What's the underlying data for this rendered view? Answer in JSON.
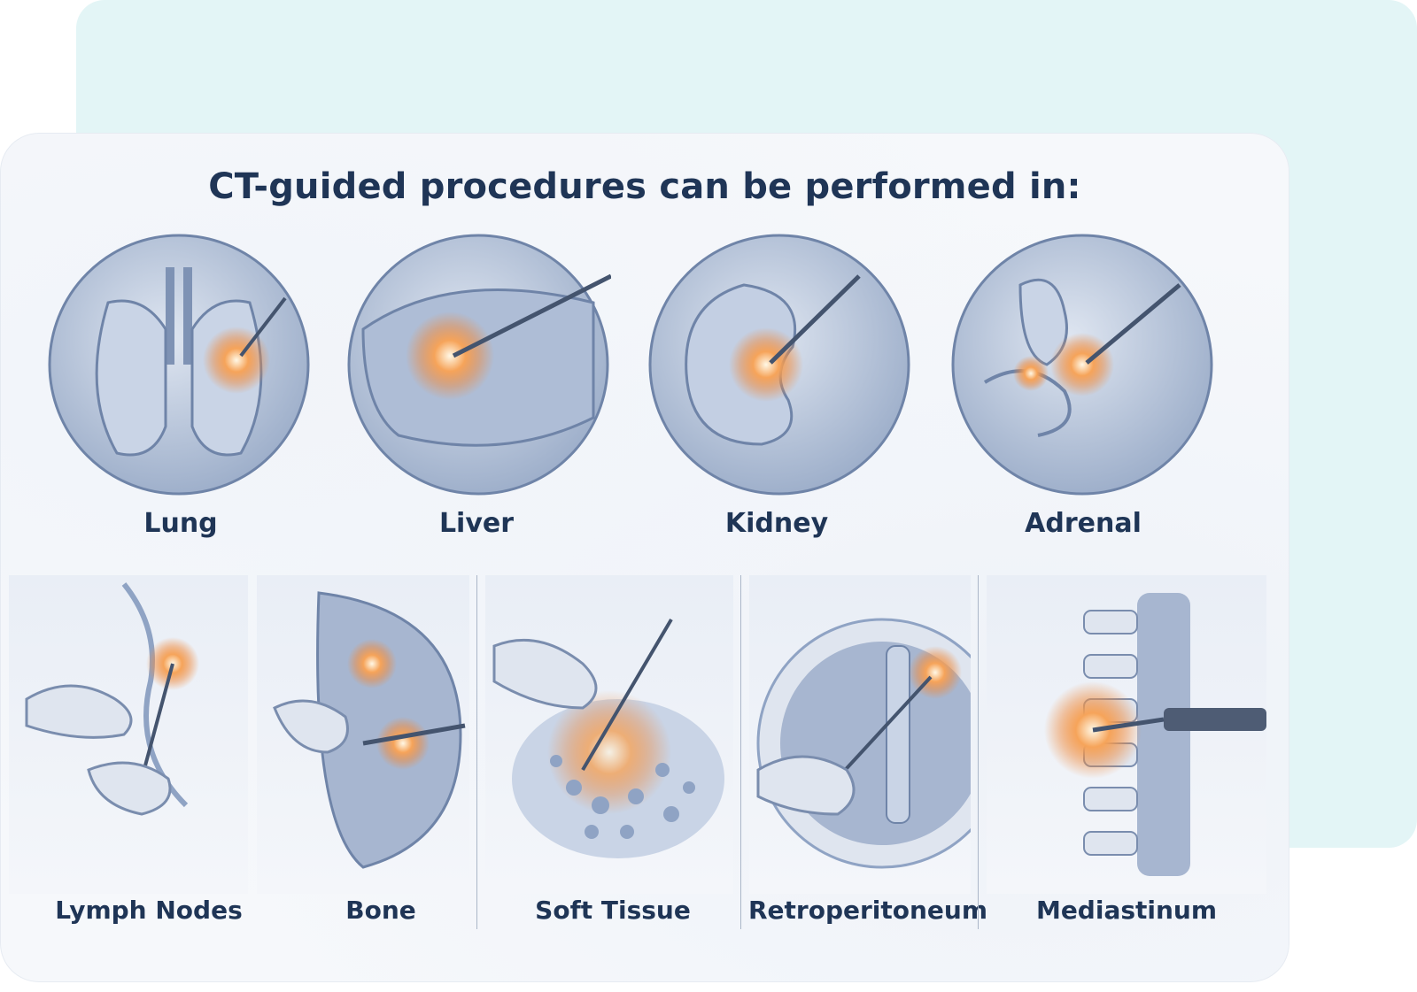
{
  "title": "CT-guided procedures can be performed in:",
  "colors": {
    "title_text": "#1f3556",
    "accent_teal_background": "#e3f5f6",
    "tissue_blue": "#8fa3c4",
    "lesion_orange": "#f08a3c"
  },
  "top_row": [
    {
      "label": "Lung",
      "icon": "lung-icon"
    },
    {
      "label": "Liver",
      "icon": "liver-icon"
    },
    {
      "label": "Kidney",
      "icon": "kidney-icon"
    },
    {
      "label": "Adrenal",
      "icon": "adrenal-icon"
    }
  ],
  "bottom_row": [
    {
      "label": "Lymph Nodes",
      "icon": "lymph-nodes-icon"
    },
    {
      "label": "Bone",
      "icon": "bone-icon"
    },
    {
      "label": "Soft Tissue",
      "icon": "soft-tissue-icon"
    },
    {
      "label": "Retroperitoneum",
      "icon": "retroperitoneum-icon"
    },
    {
      "label": "Mediastinum",
      "icon": "mediastinum-icon"
    }
  ]
}
